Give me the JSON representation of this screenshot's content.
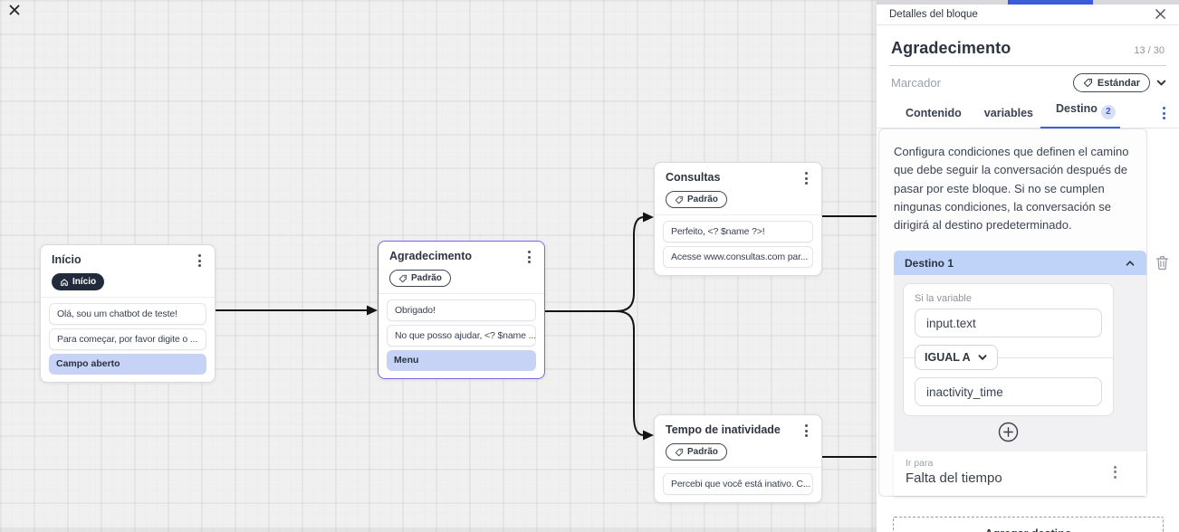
{
  "colors": {
    "accent_blue": "#3b5bdb",
    "tab_underline": "#3f5ed7",
    "highlight_row": "#c6d3f6",
    "destination_header": "#bfd2f8",
    "badge_dark_bg": "#212b3b",
    "selected_node_border": "#7668e8",
    "canvas_bg": "#f0f0f1"
  },
  "icons": {
    "close_icon": "✕",
    "chevron_down_icon": "⌄",
    "chevron_up_icon": "⌃",
    "kebab_icon": "⋮",
    "trash_icon": "trash-outline",
    "plus_icon": "+",
    "home_icon": "⌂",
    "tag_icon": "label-tag"
  },
  "canvas": {
    "nodes": [
      {
        "id": "inicio",
        "title": "Início",
        "badge": {
          "label": "Início",
          "style": "dark",
          "icon": "home"
        },
        "messages": [
          "Olá, sou um chatbot de teste!",
          "Para começar, por favor digite o ..."
        ],
        "action": "Campo aberto",
        "selected": false
      },
      {
        "id": "agradecimento",
        "title": "Agradecimento",
        "badge": {
          "label": "Padrão",
          "style": "outline",
          "icon": "tag"
        },
        "messages": [
          "Obrigado!",
          "No que posso ajudar, <? $name ..."
        ],
        "action": "Menu",
        "selected": true
      },
      {
        "id": "consultas",
        "title": "Consultas",
        "badge": {
          "label": "Padrão",
          "style": "outline",
          "icon": "tag"
        },
        "messages": [
          "Perfeito, <? $name ?>!",
          "Acesse www.consultas.com par..."
        ],
        "selected": false
      },
      {
        "id": "tempo-de-inatividade",
        "title": "Tempo de inatividade",
        "badge": {
          "label": "Padrão",
          "style": "outline",
          "icon": "tag"
        },
        "messages": [
          "Percebi que você está inativo. C..."
        ],
        "selected": false
      }
    ],
    "edges": [
      {
        "from": "inicio",
        "to": "agradecimento"
      },
      {
        "from": "agradecimento",
        "to": "consultas"
      },
      {
        "from": "agradecimento",
        "to": "tempo-de-inatividade"
      },
      {
        "from": "consultas",
        "to": "offscreen-right"
      },
      {
        "from": "tempo-de-inatividade",
        "to": "offscreen-right"
      }
    ]
  },
  "panel": {
    "window_title": "Detalles del bloque",
    "block_title": "Agradecimento",
    "counter": "13 / 30",
    "marker_label": "Marcador",
    "marker_value": "Estándar",
    "tabs": [
      {
        "label": "Contenido",
        "active": false
      },
      {
        "label": "variables",
        "active": false
      },
      {
        "label": "Destino",
        "badge": "2",
        "active": true
      }
    ],
    "description": "Configura condiciones que definen el camino que debe seguir la conversación después de pasar por este bloque. Si no se cumplen ningunas condiciones, la conversación se dirigirá al destino predeterminado.",
    "destination": {
      "header": "Destino 1",
      "condition_label": "Si la variable",
      "variable_value": "input.text",
      "operator": "IGUAL A",
      "compare_value": "inactivity_time",
      "goto_label": "Ir para",
      "goto_value": "Falta del tiempo"
    },
    "add_destination_label": "Agregar destino"
  }
}
